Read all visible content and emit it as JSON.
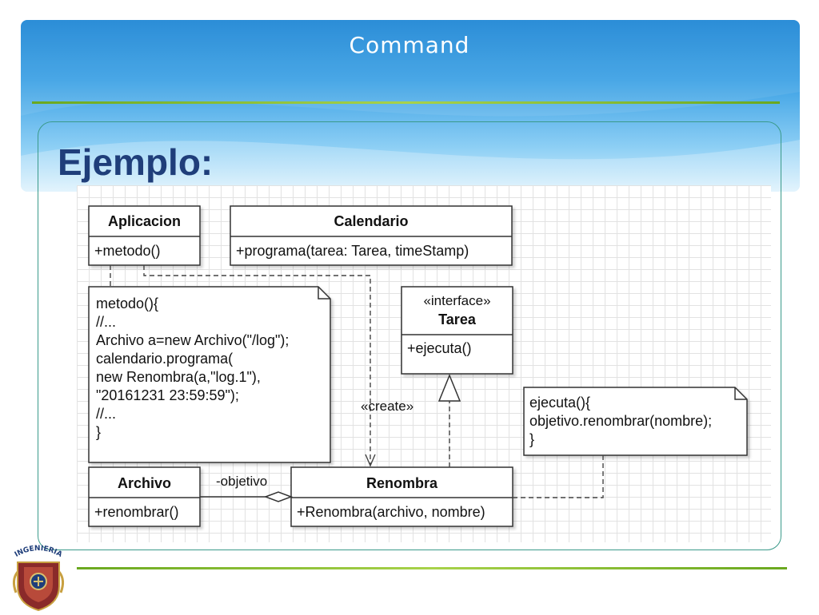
{
  "slide": {
    "title": "Command",
    "heading": "Ejemplo:"
  },
  "logo": {
    "text": "INGENIERIA"
  },
  "diagram": {
    "aplicacion": {
      "name": "Aplicacion",
      "ops": [
        "+metodo()"
      ]
    },
    "calendario": {
      "name": "Calendario",
      "ops": [
        "+programa(tarea: Tarea, timeStamp)"
      ]
    },
    "tarea": {
      "stereotype": "«interface»",
      "name": "Tarea",
      "ops": [
        "+ejecuta()"
      ]
    },
    "archivo": {
      "name": "Archivo",
      "ops": [
        "+renombrar()"
      ]
    },
    "renombra": {
      "name": "Renombra",
      "ops": [
        "+Renombra(archivo, nombre)"
      ]
    },
    "note_metodo": {
      "lines": [
        "metodo(){",
        "//...",
        "Archivo a=new Archivo(\"/log\");",
        "calendario.programa(",
        "new Renombra(a,\"log.1\"),",
        "\"20161231 23:59:59\");",
        "//...",
        "}"
      ]
    },
    "note_ejecuta": {
      "lines": [
        "ejecuta(){",
        "objetivo.renombrar(nombre);",
        "}"
      ]
    },
    "labels": {
      "create": "«create»",
      "objetivo": "-objetivo"
    }
  },
  "colors": {
    "header_blue": "#1a84d4",
    "rule_green": "#8cc63e",
    "frame_teal": "#3a9a8a",
    "heading_navy": "#1f3e7a"
  }
}
